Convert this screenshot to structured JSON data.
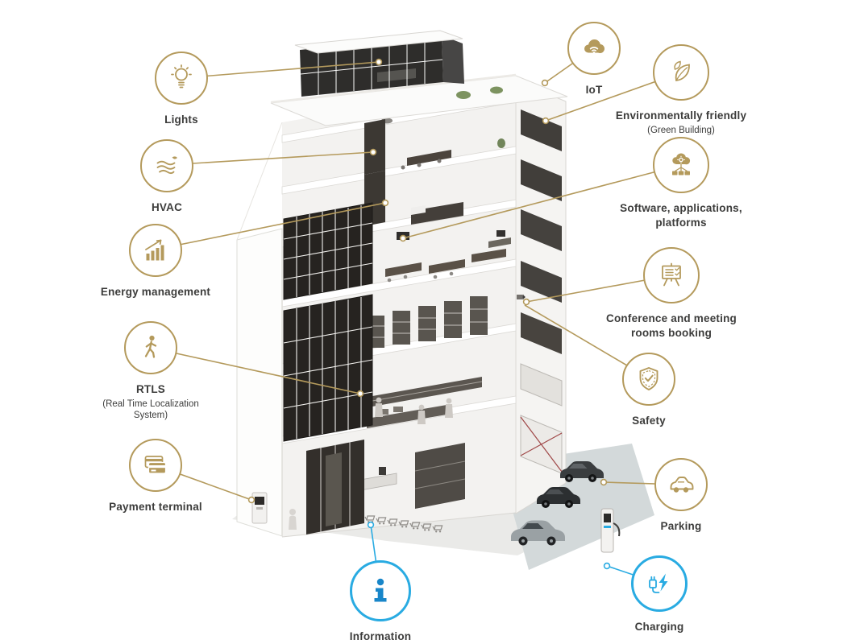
{
  "palette": {
    "gold": "#b49a5c",
    "blue": "#29abe2",
    "info_blue": "#1886c9",
    "label_text": "#3c3c3b"
  },
  "nodes": {
    "lights": {
      "label": "Lights",
      "icon": "lightbulb-icon"
    },
    "iot": {
      "label": "IoT",
      "icon": "iot-cloud-icon"
    },
    "environment": {
      "label": "Environmentally friendly",
      "sublabel": "(Green Building)",
      "icon": "leaves-icon"
    },
    "hvac": {
      "label": "HVAC",
      "icon": "airflow-icon"
    },
    "software": {
      "label": "Software, applications, platforms",
      "icon": "cloud-network-icon"
    },
    "energy": {
      "label": "Energy management",
      "icon": "bar-chart-growth-icon"
    },
    "conference": {
      "label": "Conference and meeting rooms booking",
      "icon": "presentation-board-icon"
    },
    "rtls": {
      "label": "RTLS",
      "sublabel": "(Real Time Localization System)",
      "icon": "walking-person-icon"
    },
    "safety": {
      "label": "Safety",
      "icon": "shield-check-icon"
    },
    "payment": {
      "label": "Payment terminal",
      "icon": "credit-cards-icon"
    },
    "parking": {
      "label": "Parking",
      "icon": "car-icon"
    },
    "charging": {
      "label": "Charging",
      "icon": "ev-plug-lightning-icon"
    },
    "information": {
      "label": "Information",
      "icon": "info-icon"
    }
  }
}
